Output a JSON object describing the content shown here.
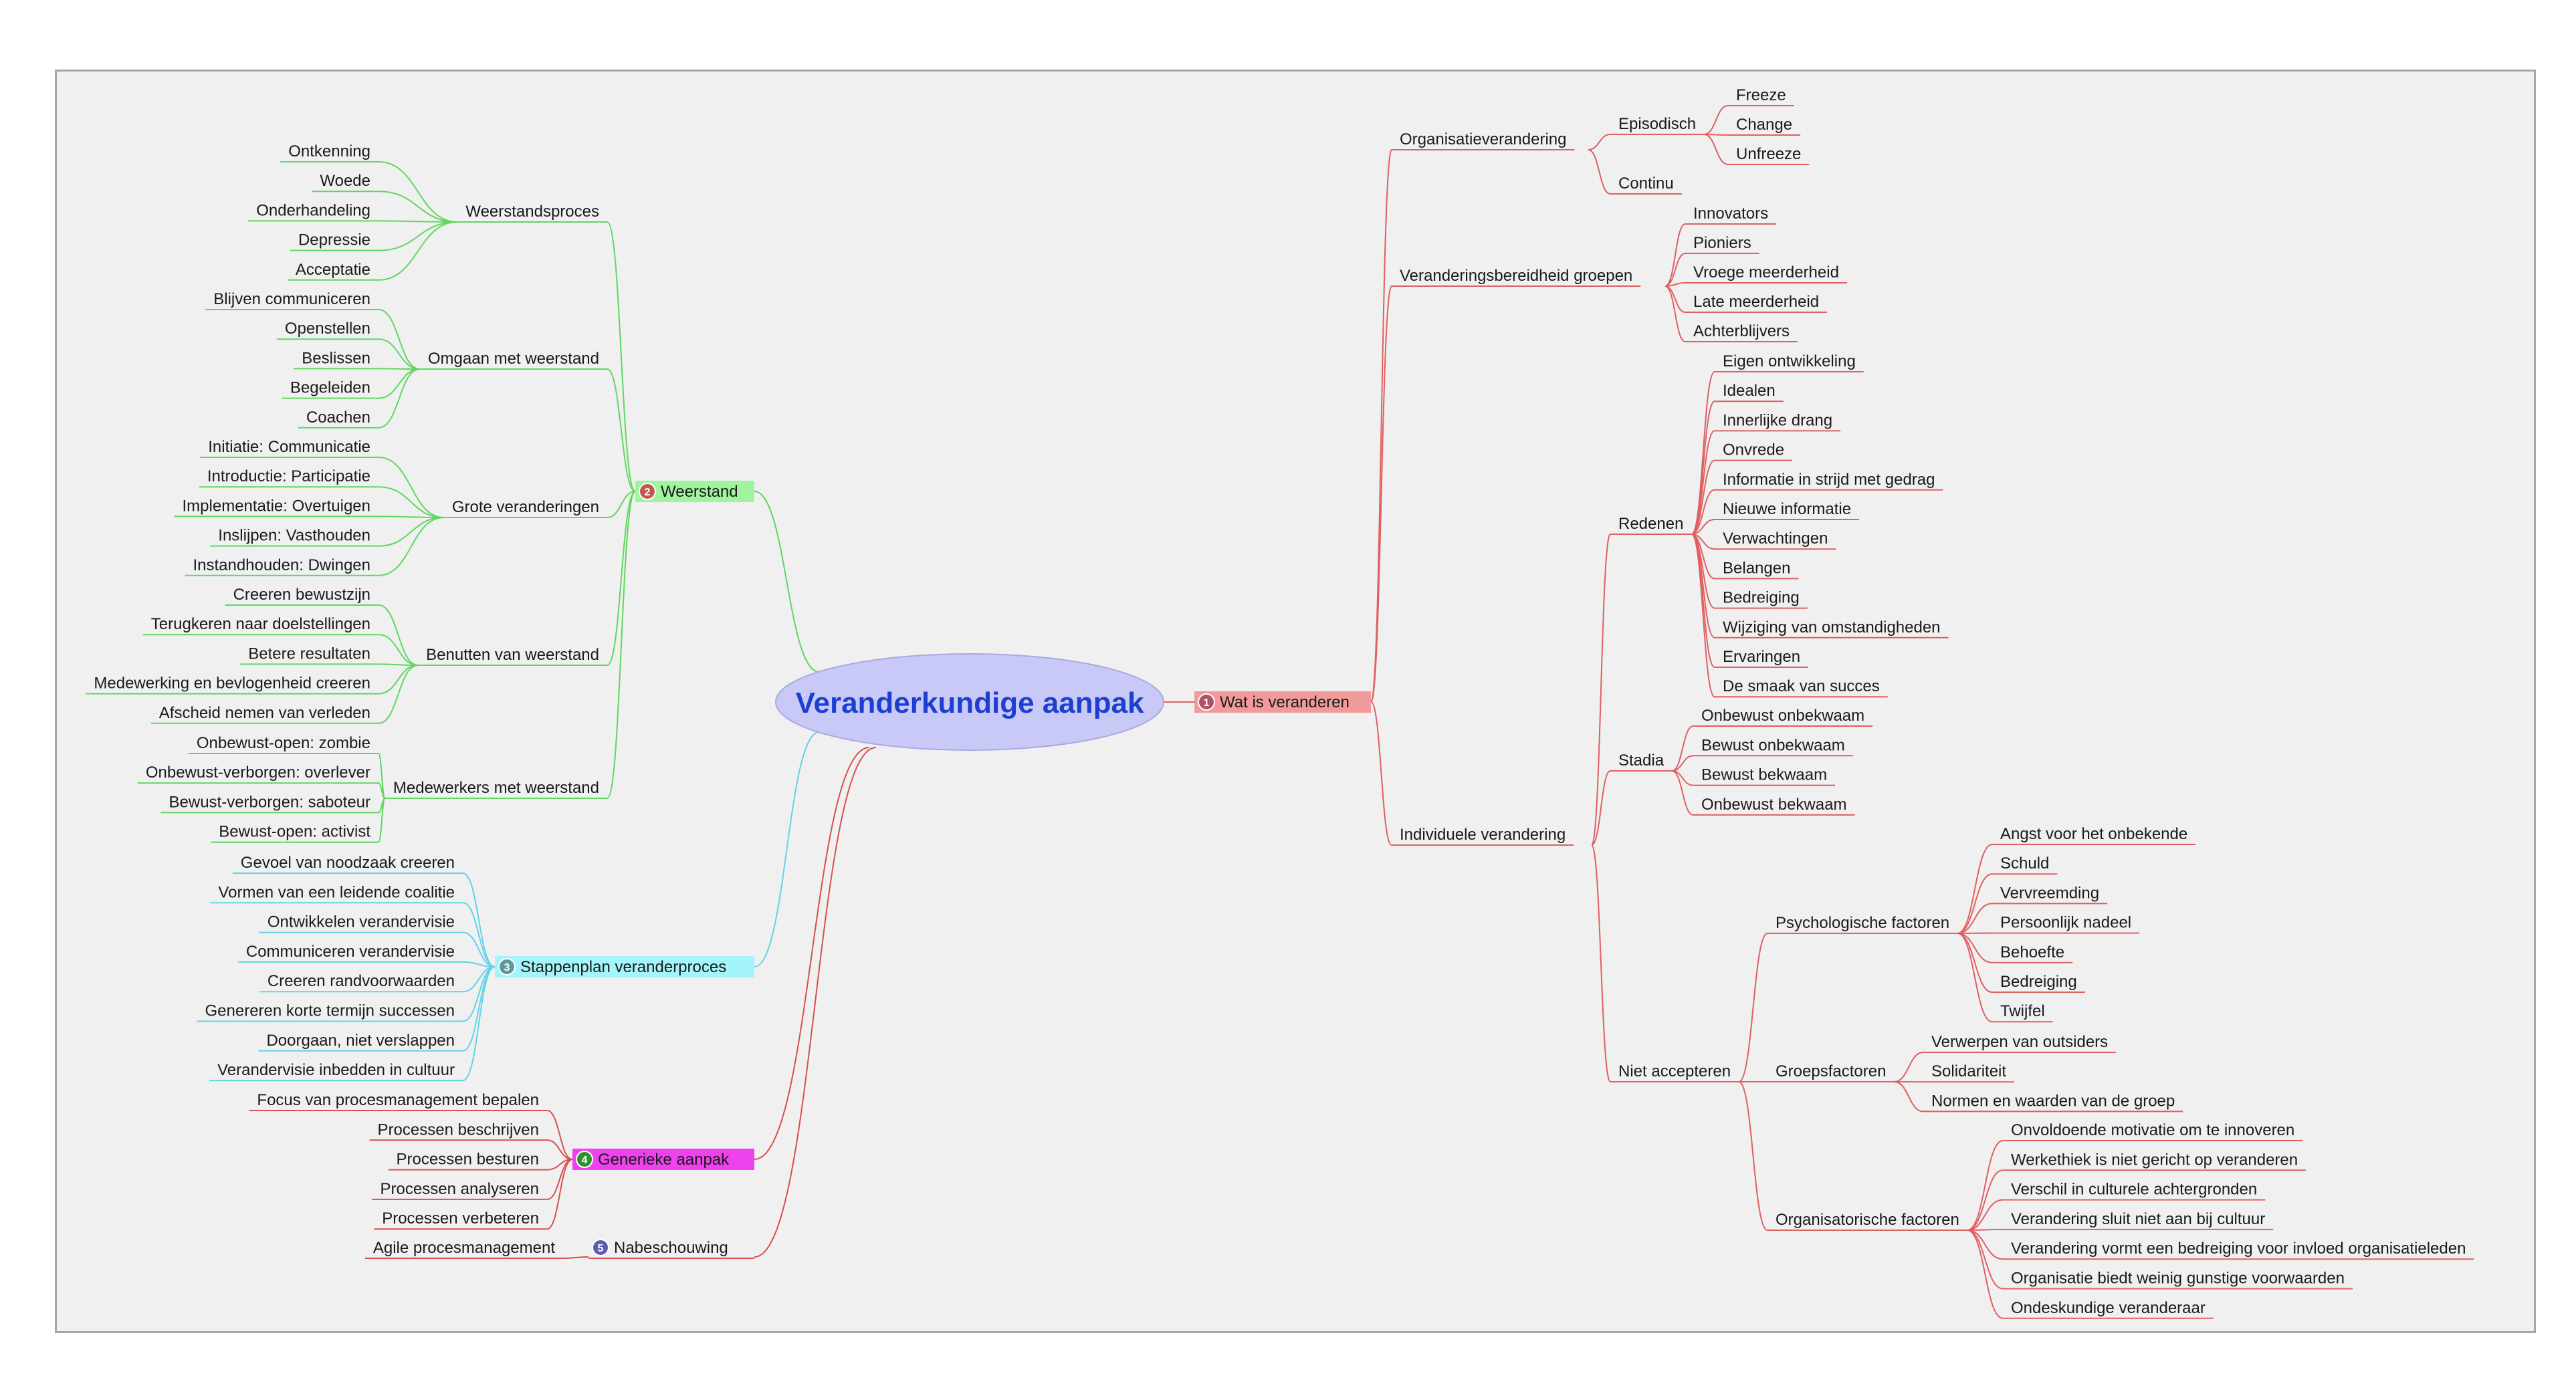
{
  "central": {
    "title": "Veranderkundige aanpak",
    "color": "#c9c9f7"
  },
  "branches": [
    {
      "id": "b1",
      "number": "1",
      "label": "Wat is veranderen",
      "color": "#e06060",
      "fill": "#f19a9a",
      "side": "right",
      "children": [
        {
          "label": "Organisatieverandering",
          "children": [
            {
              "label": "Episodisch",
              "children": [
                {
                  "label": "Freeze"
                },
                {
                  "label": "Change"
                },
                {
                  "label": "Unfreeze"
                }
              ]
            },
            {
              "label": "Continu"
            }
          ]
        },
        {
          "label": "Veranderingsbereidheid groepen",
          "children": [
            {
              "label": "Innovators"
            },
            {
              "label": "Pioniers"
            },
            {
              "label": "Vroege meerderheid"
            },
            {
              "label": "Late meerderheid"
            },
            {
              "label": "Achterblijvers"
            }
          ]
        },
        {
          "label": "Individuele verandering",
          "children": [
            {
              "label": "Redenen",
              "children": [
                {
                  "label": "Eigen ontwikkeling"
                },
                {
                  "label": "Idealen"
                },
                {
                  "label": "Innerlijke drang"
                },
                {
                  "label": "Onvrede"
                },
                {
                  "label": "Informatie in strijd met gedrag"
                },
                {
                  "label": "Nieuwe informatie"
                },
                {
                  "label": "Verwachtingen"
                },
                {
                  "label": "Belangen"
                },
                {
                  "label": "Bedreiging"
                },
                {
                  "label": "Wijziging van omstandigheden"
                },
                {
                  "label": "Ervaringen"
                },
                {
                  "label": "De smaak van succes"
                }
              ]
            },
            {
              "label": "Stadia",
              "children": [
                {
                  "label": "Onbewust onbekwaam"
                },
                {
                  "label": "Bewust onbekwaam"
                },
                {
                  "label": "Bewust bekwaam"
                },
                {
                  "label": "Onbewust bekwaam"
                }
              ]
            },
            {
              "label": "Niet accepteren",
              "children": [
                {
                  "label": "Psychologische factoren",
                  "children": [
                    {
                      "label": "Angst voor het onbekende"
                    },
                    {
                      "label": "Schuld"
                    },
                    {
                      "label": "Vervreemding"
                    },
                    {
                      "label": "Persoonlijk nadeel"
                    },
                    {
                      "label": "Behoefte"
                    },
                    {
                      "label": "Bedreiging"
                    },
                    {
                      "label": "Twijfel"
                    }
                  ]
                },
                {
                  "label": "Groepsfactoren",
                  "children": [
                    {
                      "label": "Verwerpen van outsiders"
                    },
                    {
                      "label": "Solidariteit"
                    },
                    {
                      "label": "Normen en waarden van de groep"
                    }
                  ]
                },
                {
                  "label": "Organisatorische factoren",
                  "children": [
                    {
                      "label": "Onvoldoende motivatie om te innoveren"
                    },
                    {
                      "label": "Werkethiek is niet gericht op veranderen"
                    },
                    {
                      "label": "Verschil in culturele achtergronden"
                    },
                    {
                      "label": "Verandering sluit niet aan bij cultuur"
                    },
                    {
                      "label": "Verandering vormt een bedreiging voor invloed organisatieleden"
                    },
                    {
                      "label": "Organisatie biedt weinig gunstige voorwaarden"
                    },
                    {
                      "label": "Ondeskundige veranderaar"
                    }
                  ]
                }
              ]
            }
          ]
        }
      ]
    },
    {
      "id": "b2",
      "number": "2",
      "label": "Weerstand",
      "color": "#5ed85e",
      "fill": "#9ef59e",
      "side": "left",
      "children": [
        {
          "label": "Weerstandsproces",
          "children": [
            {
              "label": "Ontkenning"
            },
            {
              "label": "Woede"
            },
            {
              "label": "Onderhandeling"
            },
            {
              "label": "Depressie"
            },
            {
              "label": "Acceptatie"
            }
          ]
        },
        {
          "label": "Omgaan met weerstand",
          "children": [
            {
              "label": "Blijven communiceren"
            },
            {
              "label": "Openstellen"
            },
            {
              "label": "Beslissen"
            },
            {
              "label": "Begeleiden"
            },
            {
              "label": "Coachen"
            }
          ]
        },
        {
          "label": "Grote veranderingen",
          "children": [
            {
              "label": "Initiatie: Communicatie"
            },
            {
              "label": "Introductie: Participatie"
            },
            {
              "label": "Implementatie: Overtuigen"
            },
            {
              "label": "Inslijpen: Vasthouden"
            },
            {
              "label": "Instandhouden: Dwingen"
            }
          ]
        },
        {
          "label": "Benutten van weerstand",
          "children": [
            {
              "label": "Creeren bewustzijn"
            },
            {
              "label": "Terugkeren naar doelstellingen"
            },
            {
              "label": "Betere resultaten"
            },
            {
              "label": "Medewerking en bevlogenheid creeren"
            },
            {
              "label": "Afscheid nemen van verleden"
            }
          ]
        },
        {
          "label": "Medewerkers met weerstand",
          "children": [
            {
              "label": "Onbewust-open: zombie"
            },
            {
              "label": "Onbewust-verborgen: overlever"
            },
            {
              "label": "Bewust-verborgen: saboteur"
            },
            {
              "label": "Bewust-open: activist"
            }
          ]
        }
      ]
    },
    {
      "id": "b3",
      "number": "3",
      "label": "Stappenplan veranderproces",
      "color": "#62d4e6",
      "fill": "#a3f5fb",
      "side": "left",
      "children": [
        {
          "label": "Gevoel van noodzaak creeren"
        },
        {
          "label": "Vormen van een leidende coalitie"
        },
        {
          "label": "Ontwikkelen verandervisie"
        },
        {
          "label": "Communiceren verandervisie"
        },
        {
          "label": "Creeren randvoorwaarden"
        },
        {
          "label": "Genereren korte termijn successen"
        },
        {
          "label": "Doorgaan, niet verslappen"
        },
        {
          "label": "Verandervisie inbedden in cultuur"
        }
      ]
    },
    {
      "id": "b4",
      "number": "4",
      "label": "Generieke aanpak",
      "color": "#d84f4f",
      "fill": "#ee42ee",
      "side": "left",
      "children": [
        {
          "label": "Focus van procesmanagement bepalen"
        },
        {
          "label": "Processen beschrijven"
        },
        {
          "label": "Processen besturen"
        },
        {
          "label": "Processen analyseren"
        },
        {
          "label": "Processen verbeteren"
        }
      ]
    },
    {
      "id": "b5",
      "number": "5",
      "label": "Nabeschouwing",
      "color": "#d84f4f",
      "fill": "none",
      "side": "left",
      "children": [
        {
          "label": "Agile procesmanagement"
        }
      ]
    }
  ],
  "badge_colors": {
    "b1": "#b0506a",
    "b2": "#c05a4a",
    "b3": "#5a9a9a",
    "b4": "#2f8f2f",
    "b5": "#5c5cb0"
  }
}
